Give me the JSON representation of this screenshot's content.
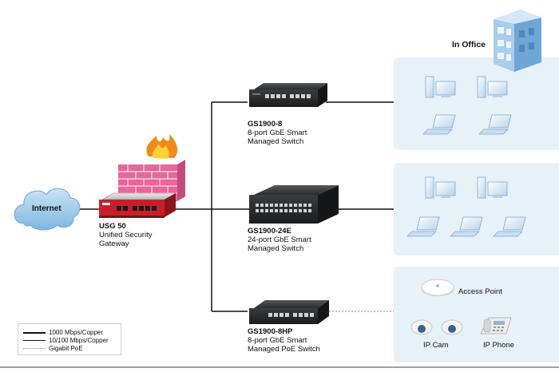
{
  "internet": {
    "label": "Internet"
  },
  "gateway": {
    "name": "USG 50",
    "line1": "Unified Security",
    "line2": "Gateway"
  },
  "switches": [
    {
      "name": "GS1900-8",
      "line1": "8-port GbE Smart",
      "line2": "Managed Switch"
    },
    {
      "name": "GS1900-24E",
      "line1": "24-port GbE Smart",
      "line2": "Managed Switch"
    },
    {
      "name": "GS1900-8HP",
      "line1": "8-port GbE Smart",
      "line2": "Managed PoE Switch"
    }
  ],
  "office": {
    "label": "In Office"
  },
  "devices": {
    "access_point": "Access Point",
    "ip_cam": "IP Cam",
    "ip_phone": "IP Phone"
  },
  "legend": [
    {
      "label": "1000 Mbps/Copper",
      "style": "solid-thick"
    },
    {
      "label": "10/100 Mbps/Copper",
      "style": "solid-thin"
    },
    {
      "label": "Gigabit PoE",
      "style": "dotted"
    }
  ],
  "colors": {
    "panel": "#e7f1f8",
    "firewall_brick": "#e8669a",
    "gateway_red": "#c8202a",
    "switch_body": "#2e3032",
    "building": "#7fb3dc"
  }
}
